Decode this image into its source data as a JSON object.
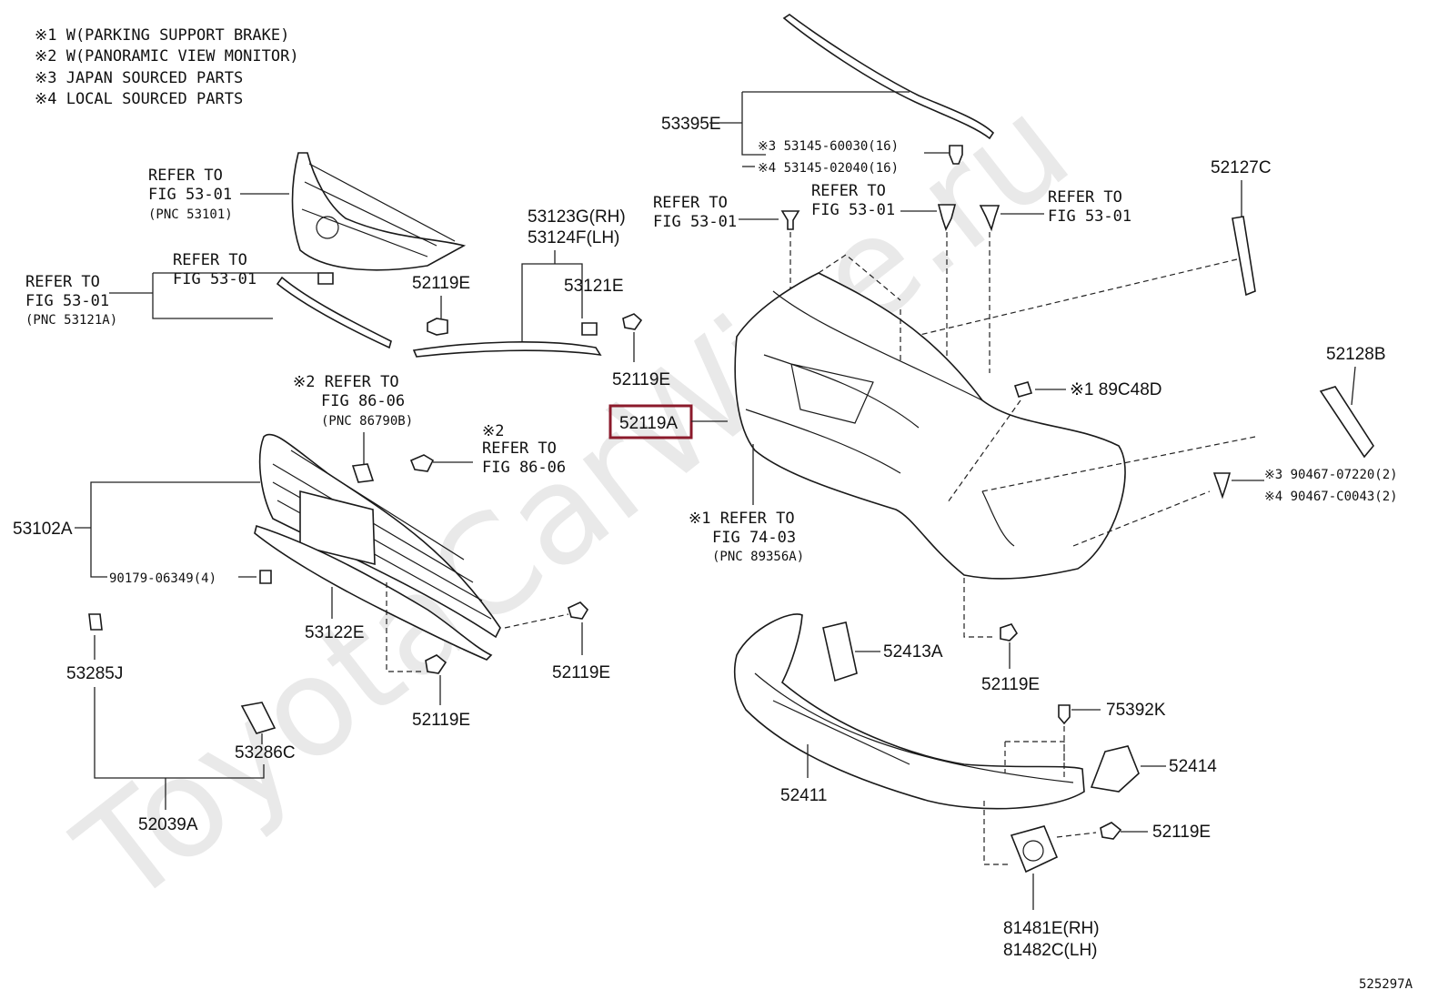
{
  "notes": [
    "※1 W(PARKING SUPPORT BRAKE)",
    "※2 W(PANORAMIC VIEW MONITOR)",
    "※3 JAPAN SOURCED PARTS",
    "※4 LOCAL SOURCED PARTS"
  ],
  "watermark": "ToyotaCarWine.ru",
  "diagram_id": "525297A",
  "highlight_color": "#8b1a2b",
  "labels": {
    "p53395E": "53395E",
    "p53145_60030": "※3 53145-60030(16)",
    "p53145_02040": "※4 53145-02040(16)",
    "p52127C": "52127C",
    "ref_53101_a": "REFER TO",
    "ref_53101_b": "FIG 53-01",
    "ref_53101_c": "(PNC 53101)",
    "ref_5301_top1_a": "REFER TO",
    "ref_5301_top1_b": "FIG 53-01",
    "ref_5301_top2_a": "REFER TO",
    "ref_5301_top2_b": "FIG 53-01",
    "ref_5301_top3_a": "REFER TO",
    "ref_5301_top3_b": "FIG 53-01",
    "p53123G": "53123G(RH)",
    "p53124F": "53124F(LH)",
    "ref_mid_a": "REFER TO",
    "ref_mid_b": "FIG 53-01",
    "ref_left_a": "REFER TO",
    "ref_left_b": "FIG 53-01",
    "ref_left_c": "(PNC 53121A)",
    "p52119E_1": "52119E",
    "p53121E": "53121E",
    "p52119E_2": "52119E",
    "ref_8606_a": "※2 REFER TO",
    "ref_8606_b": "FIG 86-06",
    "ref_8606_c": "(PNC 86790B)",
    "ref_8606b_a": "※2",
    "ref_8606b_b": "REFER TO",
    "ref_8606b_c": "FIG 86-06",
    "p52119A": "52119A",
    "p89C48D": "※1 89C48D",
    "p52128B": "52128B",
    "p90467_07220": "※3 90467-07220(2)",
    "p90467_C0043": "※4 90467-C0043(2)",
    "ref_7403_a": "※1 REFER TO",
    "ref_7403_b": "FIG 74-03",
    "ref_7403_c": "(PNC 89356A)",
    "p53102A": "53102A",
    "p90179": "90179-06349(4)",
    "p53122E": "53122E",
    "p52119E_3": "52119E",
    "p52119E_4": "52119E",
    "p53285J": "53285J",
    "p53286C": "53286C",
    "p52039A": "52039A",
    "p52413A": "52413A",
    "p52119E_5": "52119E",
    "p75392K": "75392K",
    "p52414": "52414",
    "p52411": "52411",
    "p52119E_6": "52119E",
    "p81481E": "81481E(RH)",
    "p81482C": "81482C(LH)"
  }
}
